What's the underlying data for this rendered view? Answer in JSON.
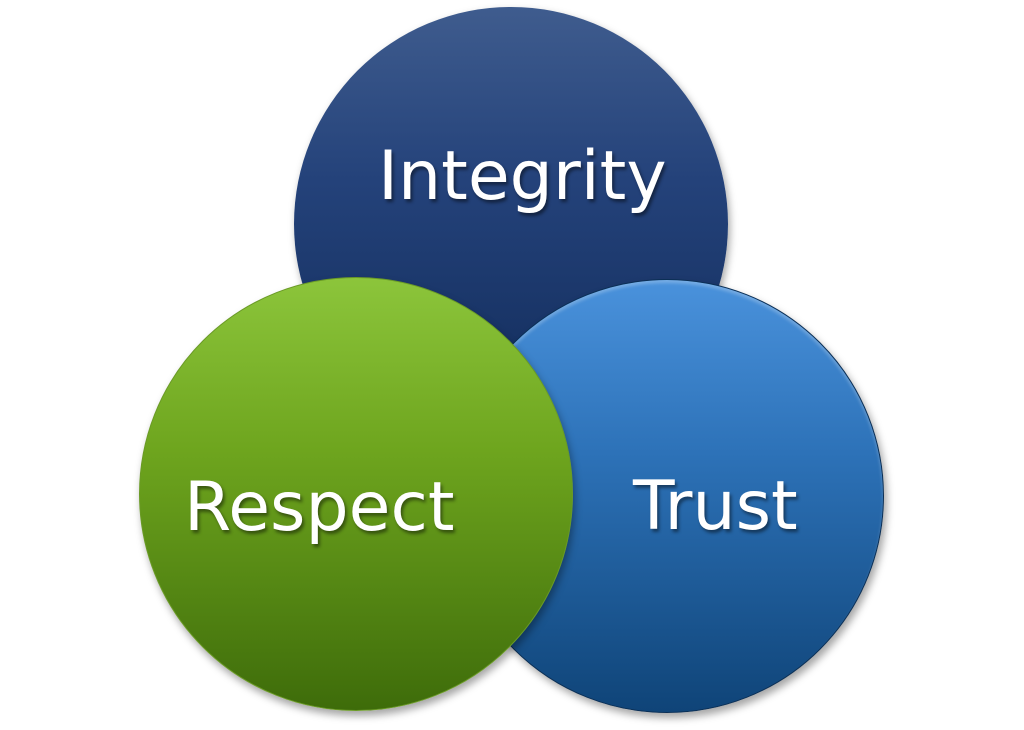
{
  "diagram": {
    "type": "overlapping-circles",
    "circles": [
      {
        "label": "Integrity",
        "position": "top",
        "color_top": "#3f5c8e",
        "color_bottom": "#102a58"
      },
      {
        "label": "Respect",
        "position": "bottom-left",
        "color_top": "#8cc53b",
        "color_bottom": "#3e6c0a"
      },
      {
        "label": "Trust",
        "position": "bottom-right",
        "color_top": "#4a92dc",
        "color_bottom": "#0f4478"
      }
    ],
    "text_color": "#ffffff",
    "background": "#ffffff"
  }
}
